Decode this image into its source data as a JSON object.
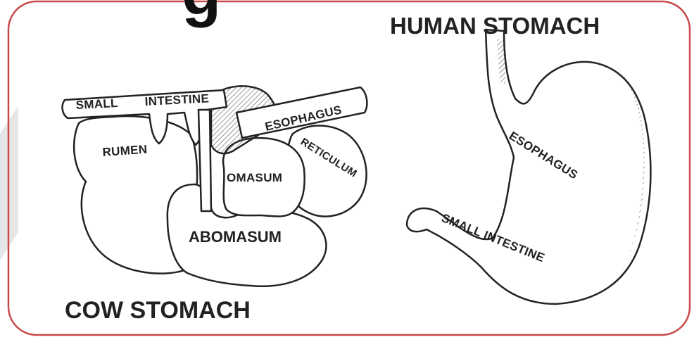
{
  "top_partial_char": "g",
  "human": {
    "title": "HUMAN STOMACH",
    "esophagus": "ESOPHAGUS",
    "small_intestine": "SMALL INTESTINE"
  },
  "cow": {
    "title": "COW STOMACH",
    "small": "SMALL",
    "intestine": "INTESTINE",
    "esophagus": "ESOPHAGUS",
    "reticulum": "RETICULUM",
    "rumen": "RUMEN",
    "omasum": "OMASUM",
    "abomasum": "ABOMASUM"
  },
  "colors": {
    "frame": "#c94a4a",
    "ink": "#222222"
  }
}
